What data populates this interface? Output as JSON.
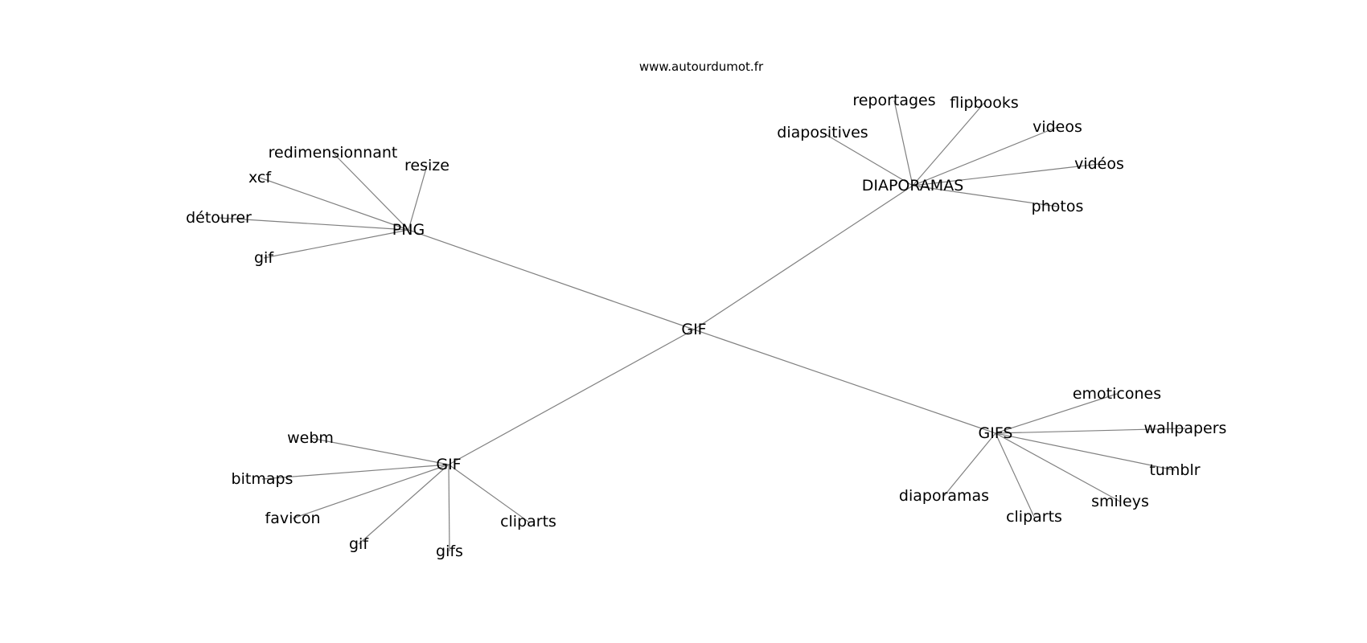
{
  "watermark": "www.autourdumot.fr",
  "graph": {
    "center": {
      "label": "GIF",
      "branches": [
        {
          "label": "PNG",
          "leaves": [
            "redimensionnant",
            "resize",
            "xcf",
            "détourer",
            "gif"
          ]
        },
        {
          "label": "DIAPORAMAS",
          "leaves": [
            "reportages",
            "flipbooks",
            "diapositives",
            "videos",
            "vidéos",
            "photos"
          ]
        },
        {
          "label": "GIF",
          "leaves": [
            "webm",
            "bitmaps",
            "favicon",
            "gif",
            "gifs",
            "cliparts"
          ]
        },
        {
          "label": "GIFS",
          "leaves": [
            "emoticones",
            "wallpapers",
            "tumblr",
            "smileys",
            "cliparts",
            "diaporamas"
          ]
        }
      ]
    }
  }
}
